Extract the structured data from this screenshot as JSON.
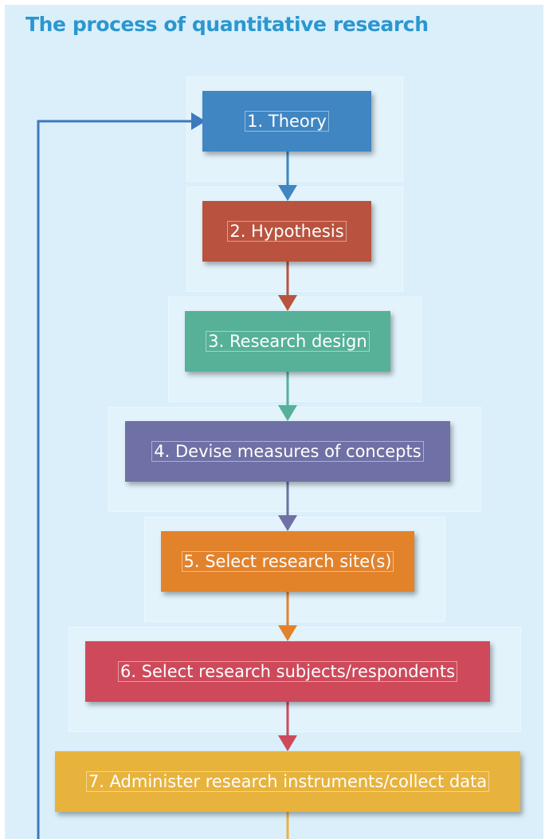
{
  "title": "The process of quantitative research",
  "colors": {
    "background": "#dbeffb",
    "title": "#2b97cf",
    "feedback_loop": "#3c79bd"
  },
  "steps": [
    {
      "label": "1. Theory",
      "color": "#3f86c2"
    },
    {
      "label": "2. Hypothesis",
      "color": "#b9533f"
    },
    {
      "label": "3. Research design",
      "color": "#56b198"
    },
    {
      "label": "4. Devise measures of concepts",
      "color": "#6f70a5"
    },
    {
      "label": "5. Select research site(s)",
      "color": "#e2832c"
    },
    {
      "label": "6. Select research subjects/respondents",
      "color": "#ce4a5b"
    },
    {
      "label": "7. Administer research instruments/collect data",
      "color": "#e8b33c"
    }
  ]
}
